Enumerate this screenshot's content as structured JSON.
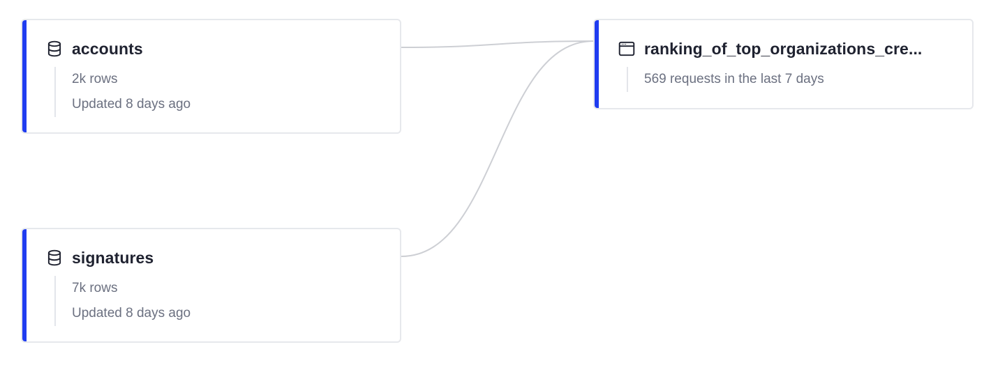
{
  "colors": {
    "accent": "#1f3cf0",
    "edge": "#cdcfd4",
    "border": "#e6e8ec",
    "title": "#1f2230",
    "meta": "#6b7080"
  },
  "nodes": {
    "accounts": {
      "icon": "database-icon",
      "title": "accounts",
      "rows": "2k rows",
      "updated": "Updated 8 days ago"
    },
    "signatures": {
      "icon": "database-icon",
      "title": "signatures",
      "rows": "7k rows",
      "updated": "Updated 8 days ago"
    },
    "endpoint": {
      "icon": "browser-window-icon",
      "title": "ranking_of_top_organizations_cre...",
      "requests": "569 requests in the last 7 days"
    }
  },
  "edges": [
    {
      "from": "accounts",
      "to": "endpoint"
    },
    {
      "from": "signatures",
      "to": "endpoint"
    }
  ]
}
